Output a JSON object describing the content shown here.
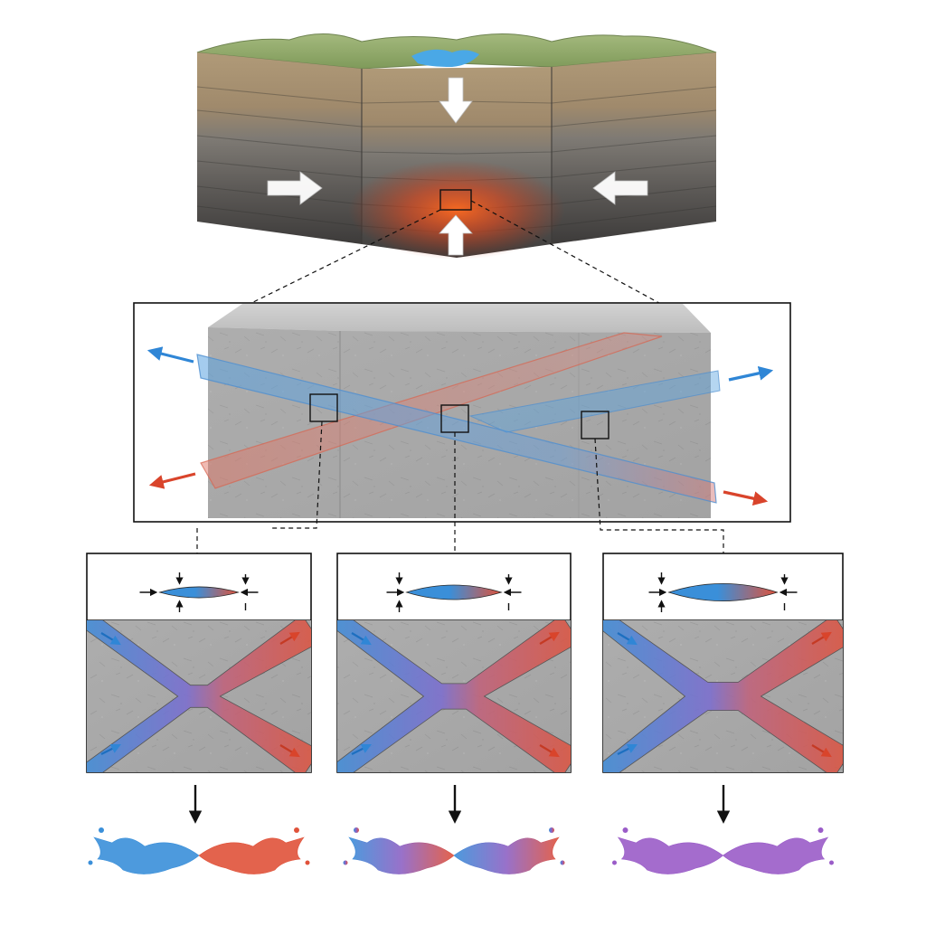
{
  "colors": {
    "fluid_a": "#3a8fd9",
    "fluid_b": "#e0523a",
    "mixed": "#9a5cc8",
    "heat": "#ff5a1a",
    "rock": "#a9a9a9",
    "grass": "#8fa86a",
    "water": "#4aa8e6"
  },
  "icons": {
    "compression_arrow": "white-arrow-icon",
    "flow_arrow": "flow-arrow-icon",
    "stress_arrow": "stress-arrow-icon"
  },
  "stages": [
    {
      "id": "stage-1",
      "lens_width": 0.45,
      "mixing": 0.1
    },
    {
      "id": "stage-2",
      "lens_width": 0.75,
      "mixing": 0.5
    },
    {
      "id": "stage-3",
      "lens_width": 1.0,
      "mixing": 1.0
    }
  ]
}
